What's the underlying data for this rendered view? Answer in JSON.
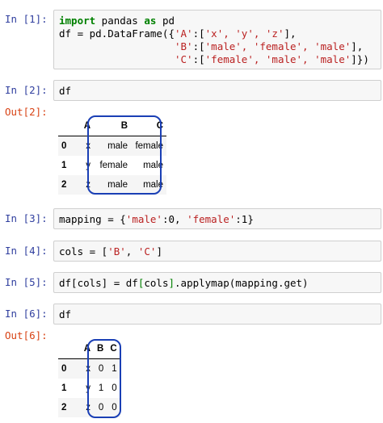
{
  "cells": [
    {
      "prompt": "In [1]:"
    },
    {
      "prompt": "In [2]:",
      "code": "df"
    },
    {
      "prompt": "Out[2]:"
    },
    {
      "prompt": "In [3]:"
    },
    {
      "prompt": "In [4]:"
    },
    {
      "prompt": "In [5]:"
    },
    {
      "prompt": "In [6]:",
      "code": "df"
    },
    {
      "prompt": "Out[6]:"
    }
  ],
  "code1": {
    "kw_import": "import",
    "mod": " pandas ",
    "kw_as": "as",
    "alias": " pd",
    "l2_pre": "df = pd.DataFrame({",
    "a_key": "'A'",
    "colon1": ":[",
    "a_vals": "'x', 'y', 'z'",
    "close1": "],",
    "b_indent": "                   ",
    "b_key": "'B'",
    "colon2": ":[",
    "b_vals": "'male', 'female', 'male'",
    "close2": "],",
    "c_indent": "                   ",
    "c_key": "'C'",
    "colon3": ":[",
    "c_vals": "'female', 'male', 'male'",
    "close3": "]})"
  },
  "code3": {
    "pre": "mapping = {",
    "k1": "'male'",
    "v1": ":0, ",
    "k2": "'female'",
    "v2": ":1}"
  },
  "code4": {
    "pre": "cols = [",
    "v1": "'B'",
    "mid": ", ",
    "v2": "'C'",
    "post": "]"
  },
  "code5": {
    "p1": "df[cols] = df",
    "b1": "[",
    "p2": "cols",
    "b2": "]",
    "p3": ".applymap(mapping.get)"
  },
  "table1": {
    "columns": [
      "",
      "A",
      "B",
      "C"
    ],
    "rows": [
      [
        "0",
        "x",
        "male",
        "female"
      ],
      [
        "1",
        "y",
        "female",
        "male"
      ],
      [
        "2",
        "z",
        "male",
        "male"
      ]
    ]
  },
  "table2": {
    "columns": [
      "",
      "A",
      "B",
      "C"
    ],
    "rows": [
      [
        "0",
        "x",
        "0",
        "1"
      ],
      [
        "1",
        "y",
        "1",
        "0"
      ],
      [
        "2",
        "z",
        "0",
        "0"
      ]
    ]
  },
  "colors": {
    "highlight": "#1a3fb5",
    "in_prompt": "#303f9f",
    "out_prompt": "#d84315"
  }
}
